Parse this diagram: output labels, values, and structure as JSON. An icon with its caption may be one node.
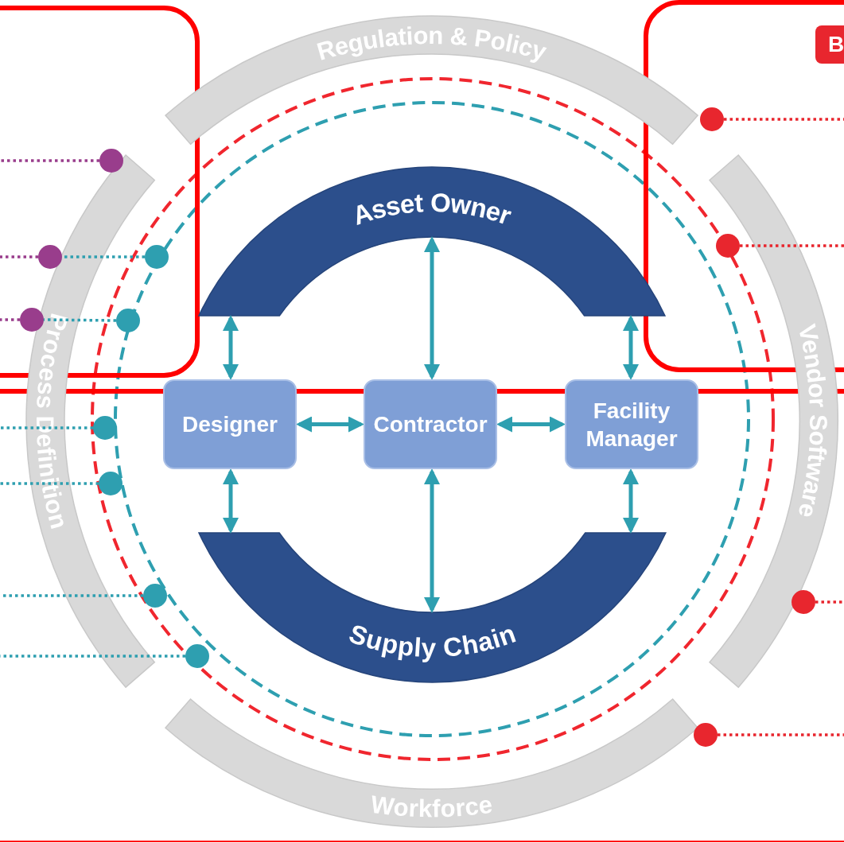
{
  "diagram": {
    "nodes": [
      {
        "text": [
          "Regulation & Policy"
        ]
      },
      {
        "text": [
          "Vendor Software"
        ]
      },
      {
        "text": [
          "Workforce"
        ]
      },
      {
        "text": [
          "Process Definition"
        ]
      },
      {
        "text": [
          "Asset Owner"
        ]
      },
      {
        "text": [
          "Designer"
        ]
      },
      {
        "text": [
          "Contractor"
        ]
      },
      {
        "text": [
          "Facility Manager"
        ]
      },
      {
        "text": [
          "Supply Chain"
        ]
      },
      {
        "text": [],
        "shape": "circle"
      },
      {
        "text": [],
        "shape": "circle"
      },
      {
        "text": [],
        "shape": "circle"
      },
      {
        "text": [],
        "shape": "circle"
      },
      {
        "text": [],
        "shape": "circle"
      },
      {
        "text": [],
        "shape": "circle"
      },
      {
        "text": [],
        "shape": "circle"
      },
      {
        "text": [],
        "shape": "circle"
      },
      {
        "text": [],
        "shape": "circle"
      },
      {
        "text": [],
        "shape": "circle"
      },
      {
        "text": [],
        "shape": "circle"
      },
      {
        "text": [],
        "shape": "circle"
      },
      {
        "text": [],
        "shape": "circle"
      }
    ],
    "edges": [
      {
        "from": 5,
        "to": 6,
        "arrow": "both"
      },
      {
        "from": 6,
        "to": 7,
        "arrow": "both"
      },
      {
        "from": 4,
        "to": 5,
        "arrow": "both"
      },
      {
        "from": 4,
        "to": 6,
        "arrow": "both"
      },
      {
        "from": 4,
        "to": 7,
        "arrow": "both"
      },
      {
        "from": 5,
        "to": 8,
        "arrow": "both"
      },
      {
        "from": 6,
        "to": 8,
        "arrow": "both"
      },
      {
        "from": 7,
        "to": 8,
        "arrow": "both"
      },
      {
        "from": 9,
        "to": null,
        "arrow": "none",
        "style": "dashed",
        "color": "#993d8c"
      },
      {
        "from": 12,
        "to": 10,
        "arrow": "none",
        "style": "dashed"
      },
      {
        "from": 10,
        "to": null,
        "arrow": "none",
        "style": "dashed",
        "color": "#993d8c"
      },
      {
        "from": 13,
        "to": 11,
        "arrow": "none",
        "style": "dashed"
      },
      {
        "from": 11,
        "to": null,
        "arrow": "none",
        "style": "dashed",
        "color": "#993d8c"
      },
      {
        "from": 14,
        "to": null,
        "arrow": "none",
        "style": "dashed"
      },
      {
        "from": 15,
        "to": null,
        "arrow": "none",
        "style": "dashed"
      },
      {
        "from": 16,
        "to": null,
        "arrow": "none",
        "style": "dashed"
      },
      {
        "from": 17,
        "to": null,
        "arrow": "none",
        "style": "dashed"
      },
      {
        "from": 18,
        "to": null,
        "arrow": "none",
        "style": "dashed",
        "color": "#e8262e"
      },
      {
        "from": 19,
        "to": null,
        "arrow": "none",
        "style": "dashed",
        "color": "#e8262e"
      },
      {
        "from": 20,
        "to": null,
        "arrow": "none",
        "style": "dashed",
        "color": "#e8262e"
      },
      {
        "from": 21,
        "to": null,
        "arrow": "none",
        "style": "dashed",
        "color": "#e8262e"
      }
    ],
    "labels": [
      "B"
    ]
  }
}
